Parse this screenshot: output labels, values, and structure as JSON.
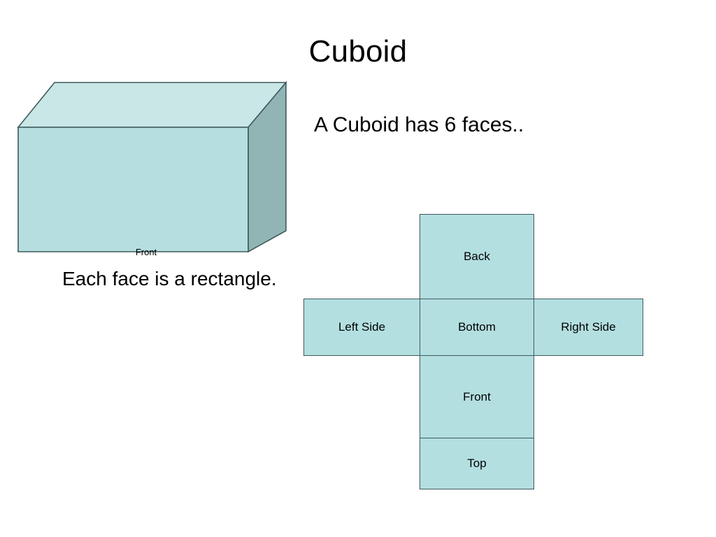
{
  "slide": {
    "title": "Cuboid",
    "background_color": "#ffffff",
    "headline": "A Cuboid has 6 faces..",
    "caption": "Each face is a rectangle."
  },
  "cuboid_figure": {
    "visible_face_label": "Front",
    "front_face_color": "#b6dee0",
    "top_face_color": "#c8e7e6",
    "side_face_color": "#91b4b4",
    "outline_color": "#3f5a5c"
  },
  "net": {
    "fill_color": "#b3dfe1",
    "outline_color": "#3f5a5c",
    "cells": [
      {
        "id": "back",
        "label": "Back"
      },
      {
        "id": "left-side",
        "label": "Left Side"
      },
      {
        "id": "bottom",
        "label": "Bottom"
      },
      {
        "id": "right-side",
        "label": "Right Side"
      },
      {
        "id": "front",
        "label": "Front"
      },
      {
        "id": "top",
        "label": "Top"
      }
    ]
  }
}
